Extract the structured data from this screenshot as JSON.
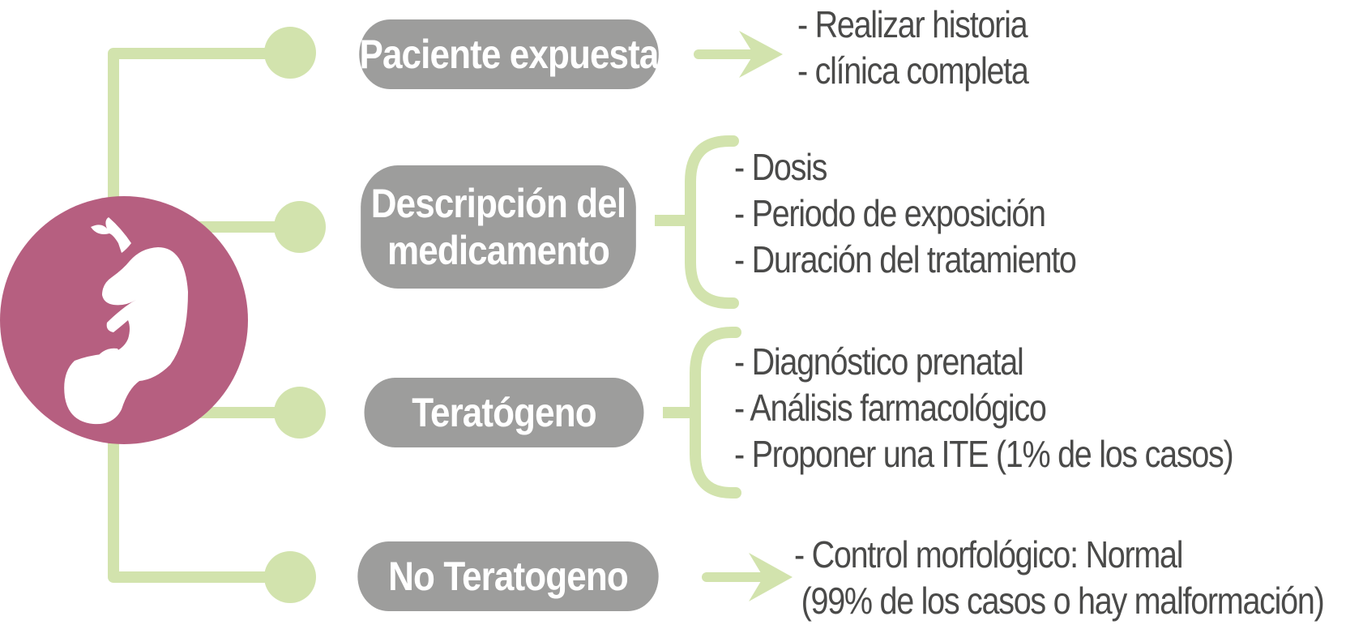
{
  "colors": {
    "connector": "#d2e3ad",
    "pill": "#9d9d9c",
    "pill_text": "#ffffff",
    "note_text": "#4a4a49",
    "circle": "#b65f80",
    "icon": "#ffffff"
  },
  "central_icon": "fetus-icon",
  "nodes": [
    {
      "id": "paciente",
      "label_lines": [
        "Paciente expuesta"
      ],
      "notes": [
        "- Realizar historia",
        "- clínica completa"
      ],
      "connector": "arrow"
    },
    {
      "id": "descripcion",
      "label_lines": [
        "Descripción del",
        "medicamento"
      ],
      "notes": [
        "- Dosis",
        "- Periodo de exposición",
        "- Duración del tratamiento"
      ],
      "connector": "bracket"
    },
    {
      "id": "teratogeno",
      "label_lines": [
        "Teratógeno"
      ],
      "notes": [
        "- Diagnóstico prenatal",
        "- Análisis farmacológico",
        "- Proponer una ITE (1% de los casos)"
      ],
      "connector": "bracket"
    },
    {
      "id": "no-teratogeno",
      "label_lines": [
        "No Teratogeno"
      ],
      "notes": [
        "- Control morfológico: Normal",
        "(99% de los casos o hay malformación)"
      ],
      "connector": "arrow"
    }
  ]
}
